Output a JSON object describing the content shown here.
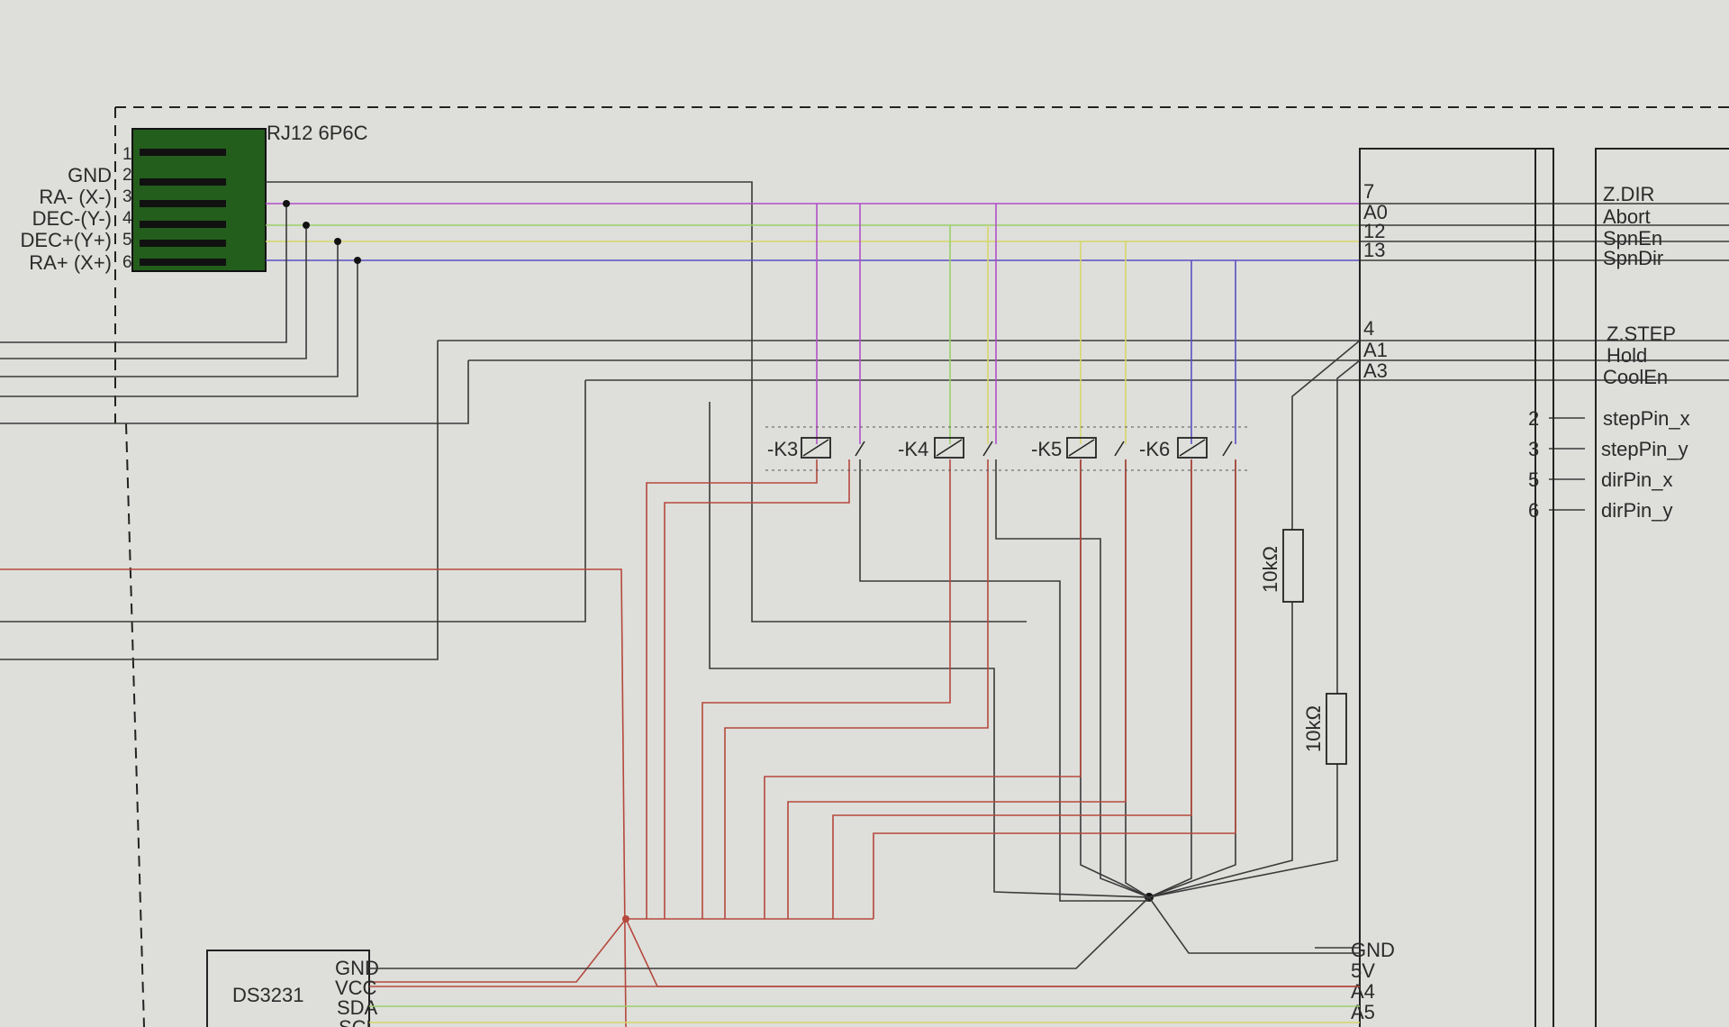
{
  "connector": {
    "title": "RJ12 6P6C",
    "pin_numbers": [
      "1",
      "2",
      "3",
      "4",
      "5",
      "6"
    ],
    "pin_labels": [
      "GND",
      "RA- (X-)",
      "DEC-(Y-)",
      "DEC+(Y+)",
      "RA+ (X+)"
    ]
  },
  "relays": [
    "-K3",
    "-K4",
    "-K5",
    "-K6"
  ],
  "resistors": [
    "10kΩ",
    "10kΩ"
  ],
  "rtc": {
    "name": "DS3231",
    "pins": [
      "GND",
      "VCC",
      "SDA",
      "SCL"
    ]
  },
  "mcu_pins": {
    "top": [
      "7",
      "A0",
      "12",
      "13"
    ],
    "mid": [
      "4",
      "A1",
      "A3"
    ],
    "bottom": [
      "GND",
      "5V",
      "A4",
      "A5"
    ]
  },
  "signals": {
    "top": [
      "Z.DIR",
      "Abort",
      "SpnEn",
      "SpnDir"
    ],
    "mid": [
      "Z.STEP",
      "Hold",
      "CoolEn"
    ],
    "step_dir": [
      {
        "num": "2",
        "name": "stepPin_x"
      },
      {
        "num": "3",
        "name": "stepPin_y"
      },
      {
        "num": "5",
        "name": "dirPin_x"
      },
      {
        "num": "6",
        "name": "dirPin_y"
      }
    ]
  },
  "colors": {
    "background": "#dedfdb",
    "wire_dark": "#3a3a3a",
    "wire_red": "#b5483d",
    "wire_purple": "#b04fc8",
    "wire_green": "#9bcf6a",
    "wire_yellow": "#d6d66a",
    "wire_blue": "#5a4fc0",
    "connector_fill": "#235e1c"
  }
}
